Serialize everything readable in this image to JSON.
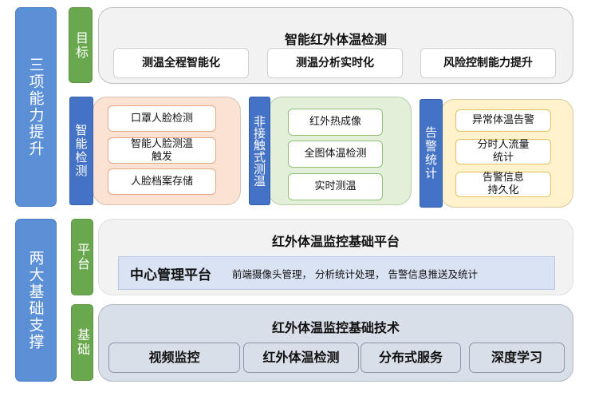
{
  "left_column": {
    "top": "三项能力提升",
    "bottom": "两大基础支撑"
  },
  "goal": {
    "tag": "目标",
    "title": "智能红外体温检测",
    "items": [
      "测温全程智能化",
      "测温分析实时化",
      "风险控制能力提升"
    ]
  },
  "smart_detection": {
    "tag": "智能检测",
    "items": [
      "口罩人脸检测",
      "智能人脸测温\n触发",
      "人脸档案存储"
    ]
  },
  "contactless": {
    "tag": "非接触式测温",
    "items": [
      "红外热成像",
      "全图体温检测",
      "实时测温"
    ]
  },
  "alarm": {
    "tag": "告警统计",
    "items": [
      "异常体温告警",
      "分时人流量\n统计",
      "告警信息\n持久化"
    ]
  },
  "platform": {
    "tag": "平台",
    "title": "红外体温监控基础平台",
    "center_name": "中心管理平台",
    "center_desc": "前端摄像头管理， 分析统计处理， 告警信息推送及统计"
  },
  "foundation": {
    "tag": "基础",
    "title": "红外体温监控基础技术",
    "items": [
      "视频监控",
      "红外体温检测",
      "分布式服务",
      "深度学习"
    ]
  },
  "colors": {
    "blue_label": "#5b8fd6",
    "green_label": "#6aa84f",
    "dark_blue_label": "#4472c4",
    "peach_panel": "#fbe3d4",
    "green_panel": "#e2efd9",
    "yellow_panel": "#fff2cc",
    "gray_panel": "#f2f2f2",
    "blue_gray_panel": "#d9dfe9"
  }
}
